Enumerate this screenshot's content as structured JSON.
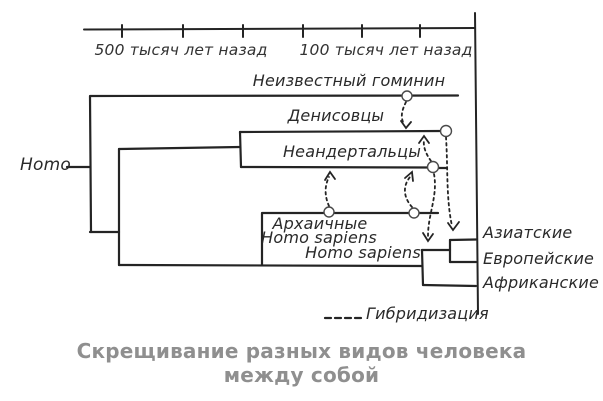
{
  "timeline": {
    "left_label": "500 тысяч лет назад",
    "right_label": "100 тысяч лет назад"
  },
  "root_label": "Homo",
  "taxa": {
    "unknown_hominin": "Неизвестный гоминин",
    "denisovans": "Денисовцы",
    "neanderthals": "Неандертальцы",
    "archaic_line1": "Архаичные",
    "archaic_line2": "Homo sapiens",
    "modern": "Homo sapiens"
  },
  "populations": [
    "Азиатские",
    "Европейские",
    "Африканские"
  ],
  "legend": {
    "hybridization": "Гибридизация"
  },
  "caption": {
    "line1": "Скрещивание разных видов человека",
    "line2": "между собой"
  },
  "colors": {
    "ink": "#242424",
    "circle_stroke": "#4a4a4a",
    "caption_gray": "#8f8f8f",
    "background": "#ffffff"
  },
  "chart_data": {
    "type": "phylogenetic-tree",
    "orientation": "time flows left (past) to right (present); right vertical line = present day",
    "time_axis": {
      "tick_labels": [
        "500 тысяч лет назад",
        "100 тысяч лет назад"
      ],
      "tick_count": 6
    },
    "root": "Homo",
    "topology": {
      "Homo": [
        "Неизвестный гоминин",
        "clade-2"
      ],
      "clade-2": [
        "clade-DN",
        "Homo sapiens lineage"
      ],
      "clade-DN": [
        "Денисовцы",
        "Неандертальцы"
      ],
      "Homo sapiens lineage": [
        "Архаичные Homo sapiens",
        "Homo sapiens"
      ],
      "Homo sapiens": [
        "Азиатские",
        "Европейские",
        "Африканские"
      ]
    },
    "hybridization_links": [
      {
        "from": "Неизвестный гоминин",
        "to": "Денисовцы"
      },
      {
        "from": "Архаичные Homo sapiens (ранние)",
        "to": "Неандертальцы"
      },
      {
        "from": "Архаичные Homo sapiens (поздние)",
        "to": "Неандертальцы"
      },
      {
        "from": "Неандертальцы",
        "to": "Денисовцы"
      },
      {
        "from": "Неандертальцы",
        "to": "Homo sapiens (предки неафриканцев)"
      },
      {
        "from": "Денисовцы",
        "to": "Азиатские"
      }
    ],
    "legend": {
      "dashed_line": "Гибридизация"
    }
  }
}
